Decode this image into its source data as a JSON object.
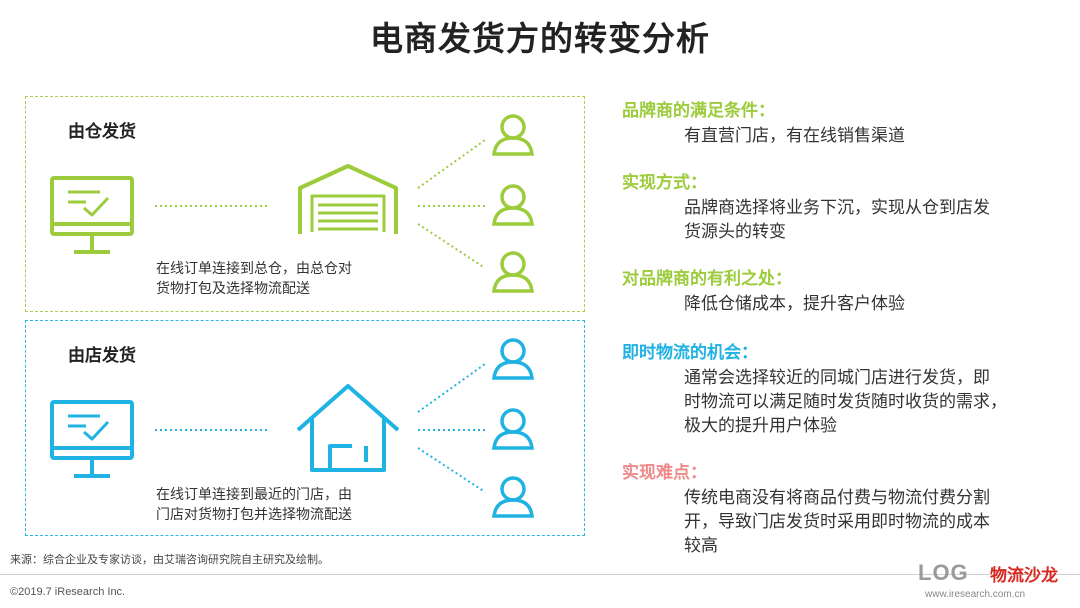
{
  "title": "电商发货方的转变分析",
  "colors": {
    "green": "#9ccb3b",
    "blue": "#20b2e3",
    "pink": "#f08a8a"
  },
  "panels": [
    {
      "title": "由仓发货",
      "desc_line1": "在线订单连接到总仓，由总仓对",
      "desc_line2": "货物打包及选择物流配送"
    },
    {
      "title": "由店发货",
      "desc_line1": "在线订单连接到最近的门店，由",
      "desc_line2": "门店对货物打包并选择物流配送"
    }
  ],
  "sections": [
    {
      "head": "品牌商的满足条件：",
      "body": [
        "有直营门店，有在线销售渠道"
      ]
    },
    {
      "head": "实现方式：",
      "body": [
        "品牌商选择将业务下沉，实现从仓到店发",
        "货源头的转变"
      ]
    },
    {
      "head": "对品牌商的有利之处：",
      "body": [
        "降低仓储成本，提升客户体验"
      ]
    },
    {
      "head": "即时物流的机会：",
      "body": [
        "通常会选择较近的同城门店进行发货，即",
        "时物流可以满足随时发货随时收货的需求，",
        "极大的提升用户体验"
      ]
    },
    {
      "head": "实现难点：",
      "body": [
        "传统电商没有将商品付费与物流付费分割",
        "开，导致门店发货时采用即时物流的成本",
        "较高"
      ]
    }
  ],
  "footer": {
    "source": "来源：综合企业及专家访谈，由艾瑞咨询研究院自主研究及绘制。",
    "copyright": "©2019.7 iResearch Inc.",
    "url": "www.iresearch.com.cn"
  },
  "logo": {
    "text": "LOG",
    "cn": "物流沙龙"
  }
}
